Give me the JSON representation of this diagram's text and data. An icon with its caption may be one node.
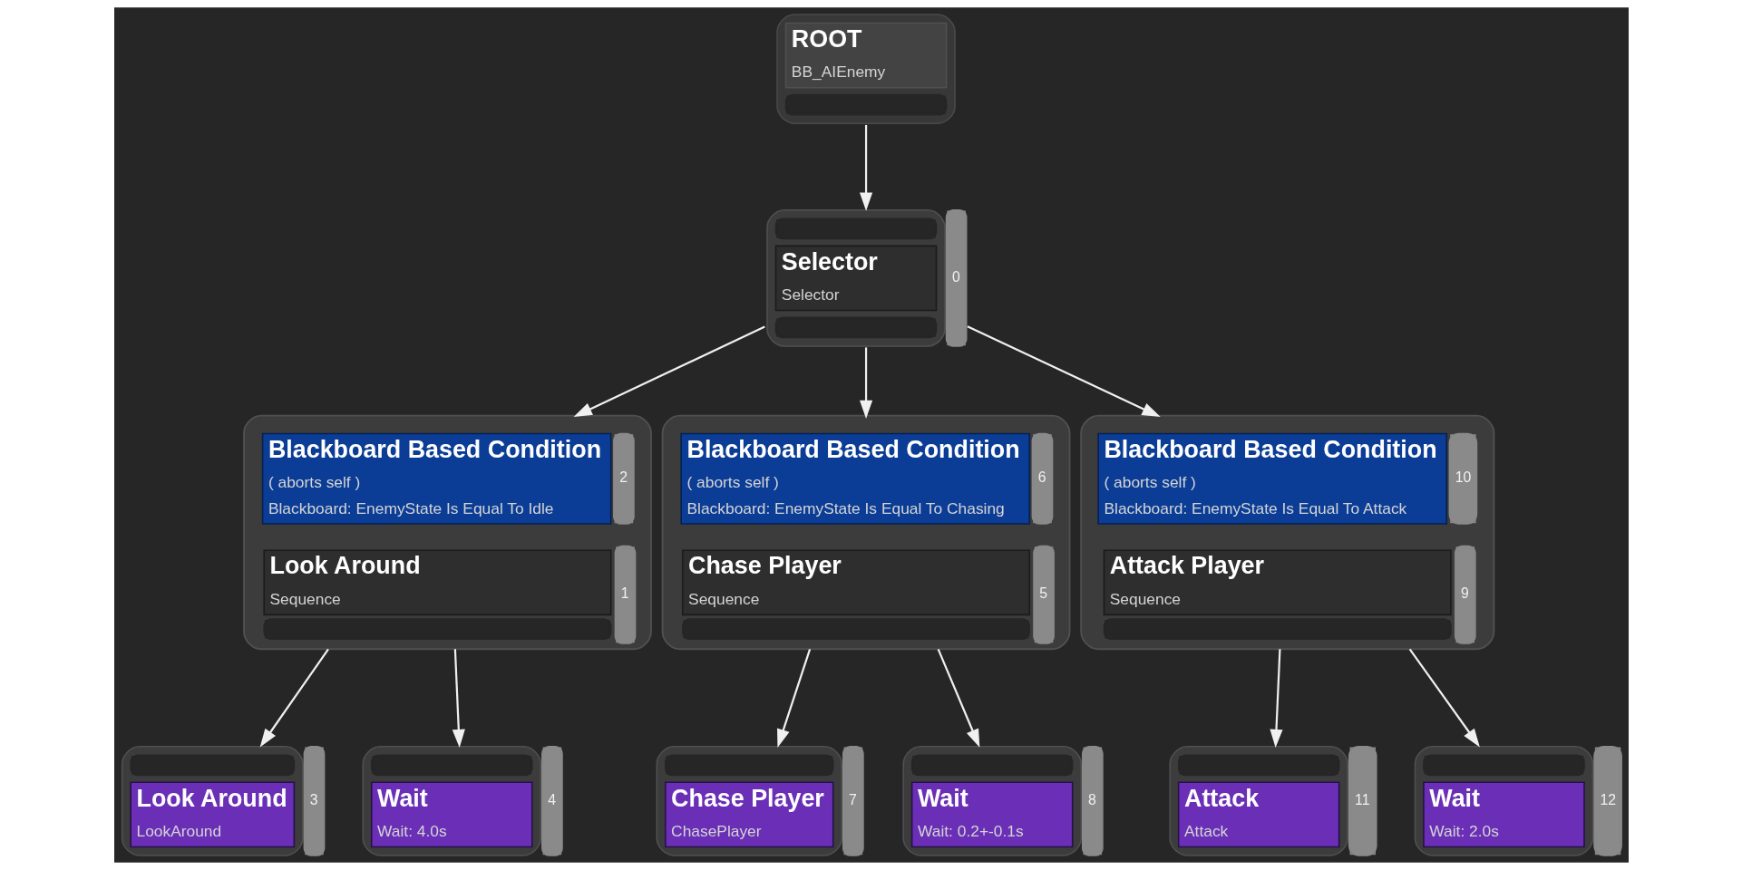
{
  "diagram": {
    "nodes": [
      {
        "text": [
          "ROOT",
          "BB_AIEnemy"
        ]
      },
      {
        "text": [
          "Selector",
          "Selector"
        ],
        "beside": [
          "0"
        ]
      },
      {
        "text": [
          "Look Around",
          "Sequence"
        ],
        "beside": [
          "1"
        ]
      },
      {
        "text": [
          "Blackboard Based Condition",
          "( aborts self )",
          "Blackboard: EnemyState Is Equal To Idle"
        ],
        "beside": [
          "2"
        ],
        "in": 2
      },
      {
        "text": [
          "Chase Player",
          "Sequence"
        ],
        "beside": [
          "5"
        ]
      },
      {
        "text": [
          "Blackboard Based Condition",
          "( aborts self )",
          "Blackboard: EnemyState Is Equal To Chasing"
        ],
        "beside": [
          "6"
        ],
        "in": 4
      },
      {
        "text": [
          "Attack Player",
          "Sequence"
        ],
        "beside": [
          "9"
        ]
      },
      {
        "text": [
          "Blackboard Based Condition",
          "( aborts self )",
          "Blackboard: EnemyState Is Equal To Attack"
        ],
        "beside": [
          "10"
        ],
        "in": 6
      },
      {
        "text": [
          "Look Around",
          "LookAround"
        ],
        "beside": [
          "3"
        ]
      },
      {
        "text": [
          "Wait",
          "Wait: 4.0s"
        ],
        "beside": [
          "4"
        ]
      },
      {
        "text": [
          "Chase Player",
          "ChasePlayer"
        ],
        "beside": [
          "7"
        ]
      },
      {
        "text": [
          "Wait",
          "Wait: 0.2+-0.1s"
        ],
        "beside": [
          "8"
        ]
      },
      {
        "text": [
          "Attack",
          "Attack"
        ],
        "beside": [
          "11"
        ]
      },
      {
        "text": [
          "Wait",
          "Wait: 2.0s"
        ],
        "beside": [
          "12"
        ]
      }
    ],
    "edges": [
      {
        "from": 0,
        "to": 1,
        "arrow": "to"
      },
      {
        "from": 1,
        "to": 2,
        "arrow": "to"
      },
      {
        "from": 1,
        "to": 4,
        "arrow": "to"
      },
      {
        "from": 1,
        "to": 6,
        "arrow": "to"
      },
      {
        "from": 2,
        "to": 8,
        "arrow": "to"
      },
      {
        "from": 2,
        "to": 9,
        "arrow": "to"
      },
      {
        "from": 4,
        "to": 10,
        "arrow": "to"
      },
      {
        "from": 4,
        "to": 11,
        "arrow": "to"
      },
      {
        "from": 6,
        "to": 12,
        "arrow": "to"
      },
      {
        "from": 6,
        "to": 13,
        "arrow": "to"
      }
    ]
  }
}
